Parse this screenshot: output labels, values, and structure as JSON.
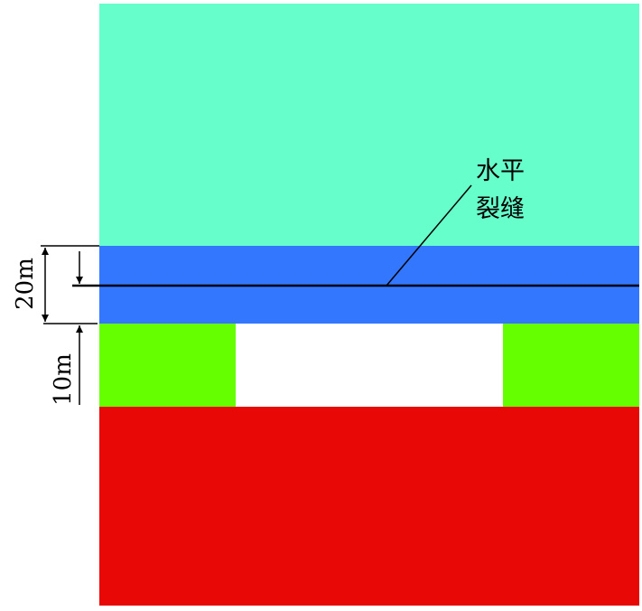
{
  "labels": {
    "crack_line1": "水平",
    "crack_line2": "裂缝",
    "dim_20": "20m",
    "dim_10": "10m"
  },
  "colors": {
    "upper_layer": "#66ffcc",
    "fracture_layer": "#3377ff",
    "pillar": "#66ff00",
    "lower_layer": "#e80805",
    "goaf": "#ffffff"
  }
}
